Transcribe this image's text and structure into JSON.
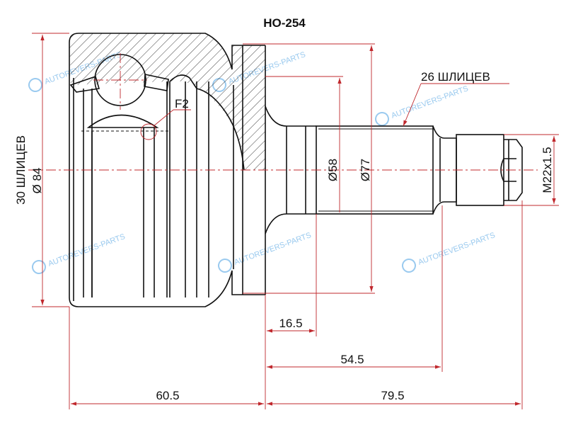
{
  "title": "HO-254",
  "labels": {
    "housing_splines": "30 ШЛИЦЕВ",
    "housing_diameter": "Ø 84",
    "f2": "F2",
    "shaft_splines": "26 ШЛИЦЕВ",
    "d58": "Ø58",
    "d77": "Ø77",
    "thread": "M22x1.5"
  },
  "dimensions": {
    "d1": "16.5",
    "d2": "54.5",
    "d3": "60.5",
    "d4": "79.5"
  },
  "watermark": "AUTOREVERS-PARTS",
  "colors": {
    "dimension": "#c0282d",
    "watermark": "#6fb3e8"
  }
}
